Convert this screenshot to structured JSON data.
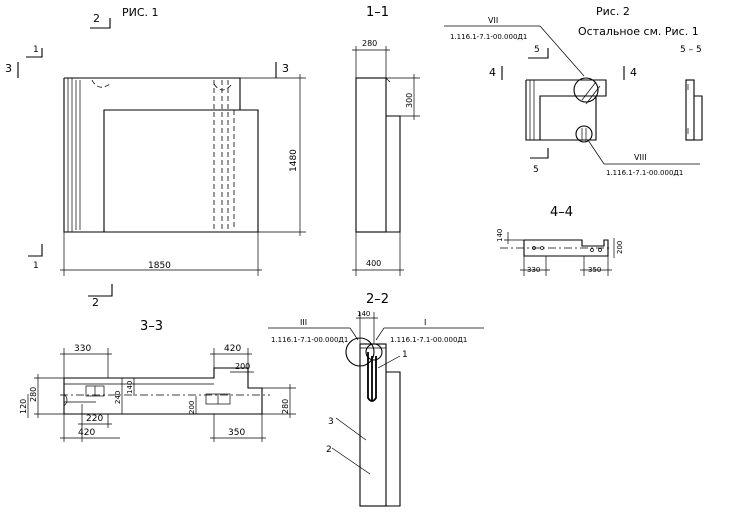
{
  "fig1": {
    "title": "РИС. 1",
    "cut_2_top": "2",
    "cut_2_bottom": "2",
    "cut_1_top": "1",
    "cut_1_bottom": "1",
    "cut_3_left": "3",
    "cut_3_right": "3",
    "dim_width": "1850",
    "dim_height": "1480"
  },
  "section_1_1": {
    "title": "1–1",
    "dim_top": "280",
    "dim_side": "300",
    "dim_bottom": "400"
  },
  "fig2": {
    "title": "Рис. 2",
    "subtitle": "Остальное см. Рис. 1",
    "cut_5_5_label": "5 – 5",
    "node_vii": "VII",
    "node_vii_ref": "1.116.1-7.1-00.000Д1",
    "node_viii": "VIII",
    "node_viii_ref": "1.116.1-7.1-00.000Д1",
    "cut_5_top": "5",
    "cut_5_bottom": "5",
    "cut_4_left": "4",
    "cut_4_right": "4"
  },
  "section_4_4": {
    "title": "4–4",
    "dim_140": "140",
    "dim_200": "200",
    "dim_330": "330",
    "dim_350": "350"
  },
  "section_3_3": {
    "title": "3–3",
    "dim_330": "330",
    "dim_420_top": "420",
    "dim_200_top": "200",
    "dim_280_left": "280",
    "dim_120": "120",
    "dim_240": "240",
    "dim_140": "140",
    "dim_200_mid": "200",
    "dim_280_right": "280",
    "dim_220": "220",
    "dim_420_bottom": "420",
    "dim_350": "350"
  },
  "section_2_2": {
    "title": "2–2",
    "dim_140": "140",
    "node_iii": "III",
    "node_iii_ref": "1.116.1-7.1-00.000Д1",
    "node_i": "I",
    "node_i_ref": "1.116.1-7.1-00.000Д1",
    "callout_1": "1",
    "callout_3": "3",
    "callout_2": "2"
  }
}
